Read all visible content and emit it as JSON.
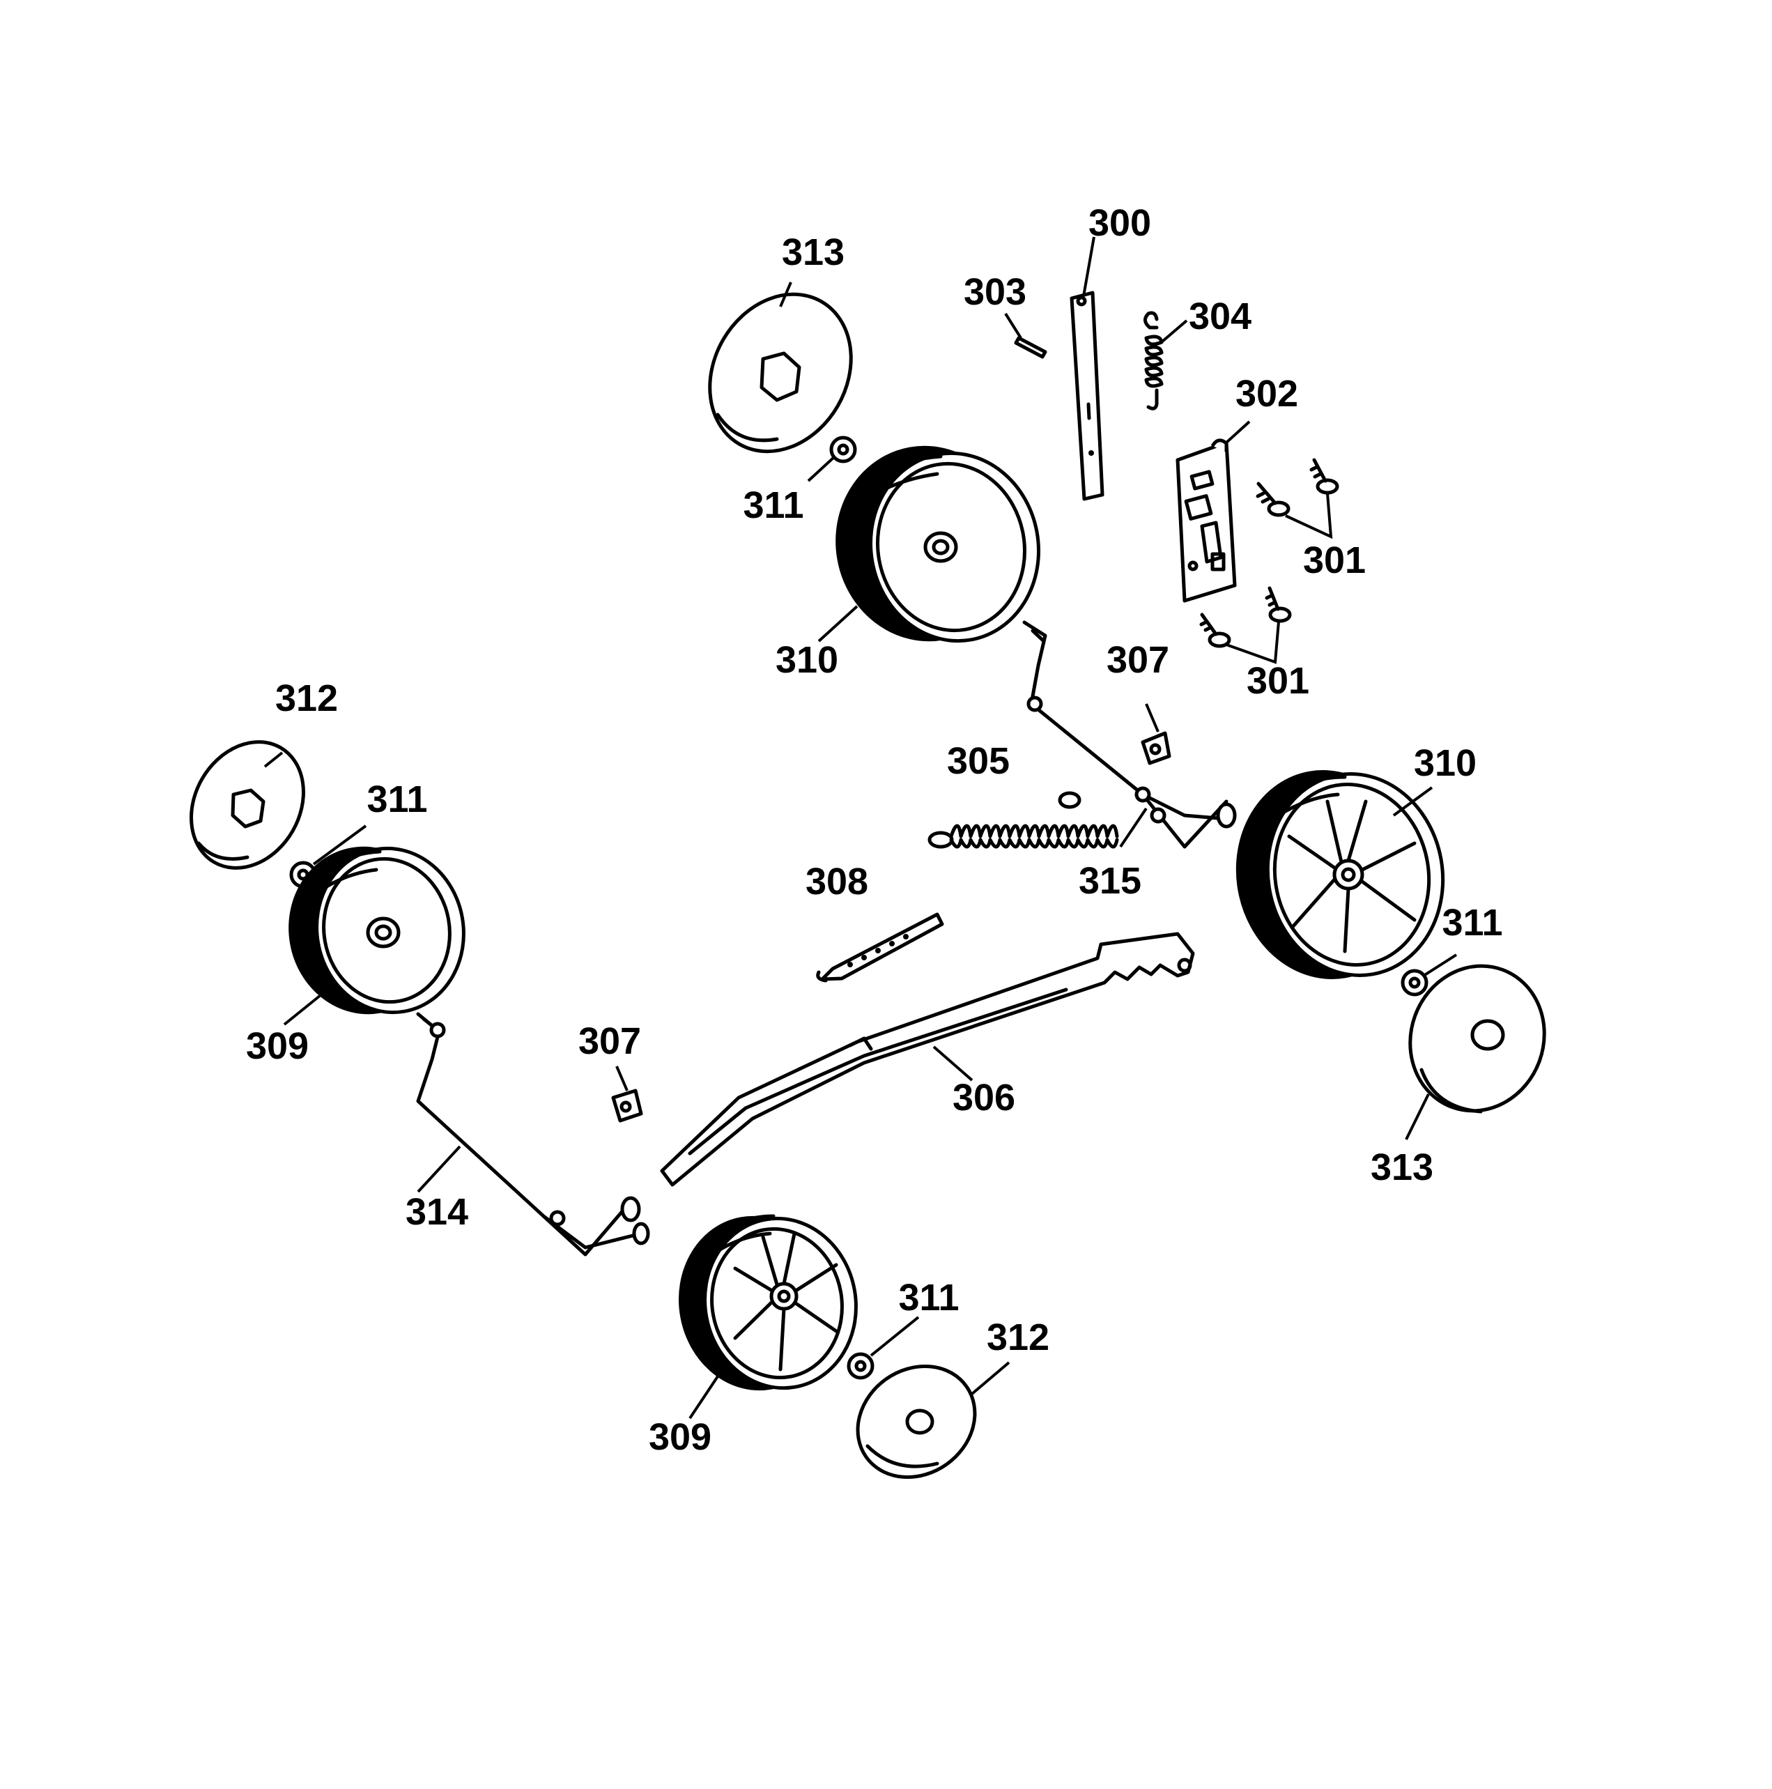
{
  "callouts": {
    "c300": "300",
    "c301a": "301",
    "c301b": "301",
    "c302": "302",
    "c303": "303",
    "c304": "304",
    "c305": "305",
    "c306": "306",
    "c307a": "307",
    "c307b": "307",
    "c308": "308",
    "c309a": "309",
    "c309b": "309",
    "c310a": "310",
    "c310b": "310",
    "c311a": "311",
    "c311b": "311",
    "c311c": "311",
    "c311d": "311",
    "c312a": "312",
    "c312b": "312",
    "c313a": "313",
    "c313b": "313",
    "c314": "314",
    "c315": "315"
  }
}
